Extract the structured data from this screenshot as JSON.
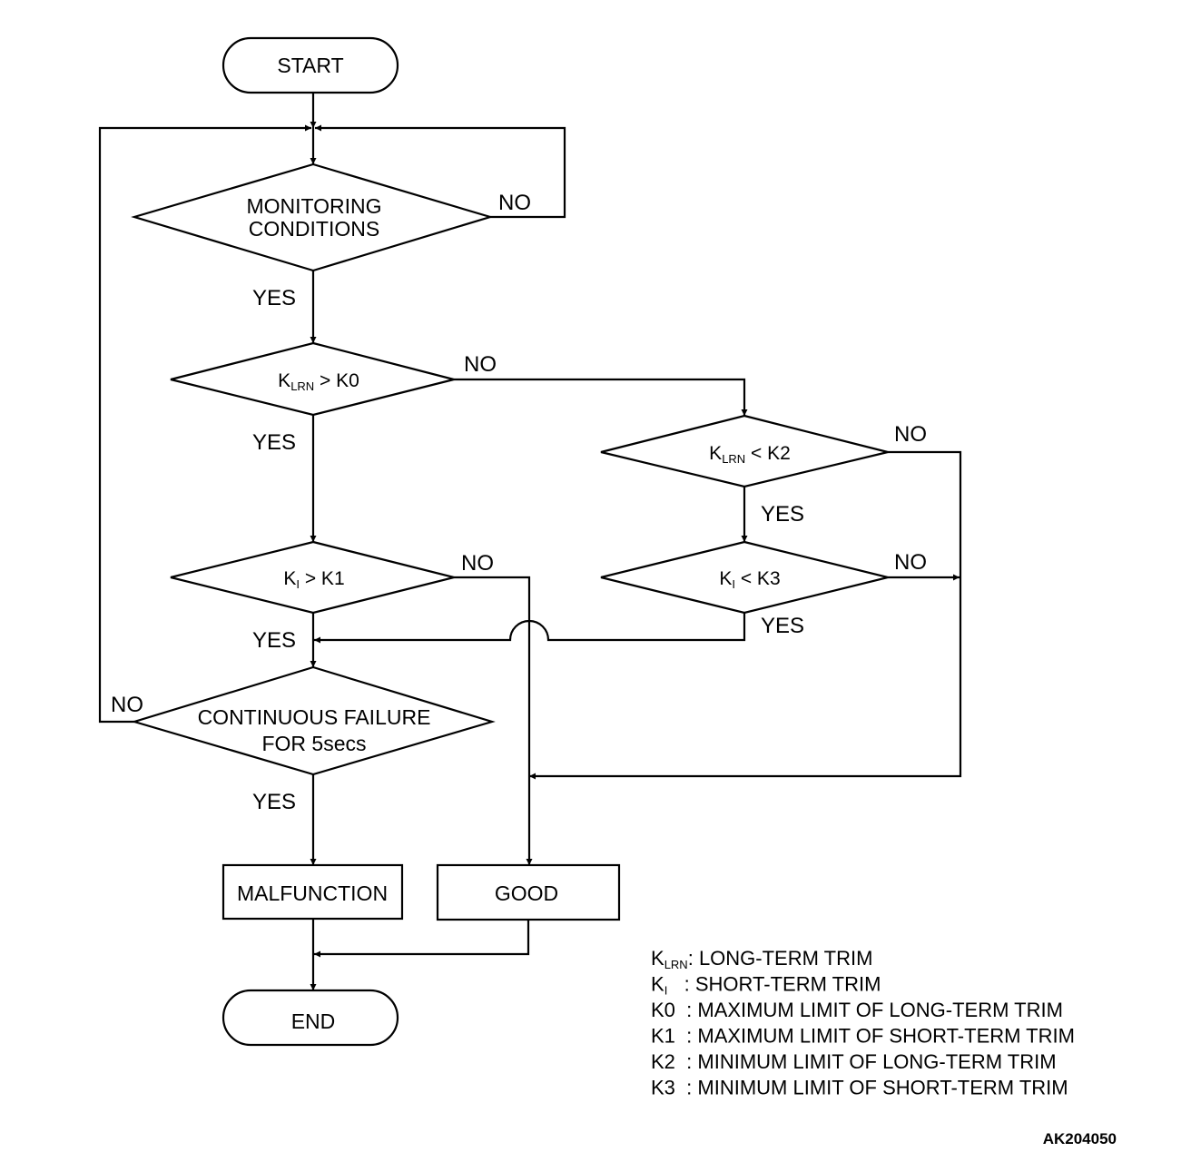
{
  "nodes": {
    "start": "START",
    "monitoring_line1": "MONITORING",
    "monitoring_line2": "CONDITIONS",
    "klrn_k0": {
      "base": "K",
      "sub": "LRN",
      "rest": " > K0"
    },
    "klrn_k2": {
      "base": "K",
      "sub": "LRN",
      "rest": " < K2"
    },
    "ki_k1": {
      "base": "K",
      "sub": "I",
      "rest": " > K1"
    },
    "ki_k3": {
      "base": "K",
      "sub": "I",
      "rest": " < K3"
    },
    "continuous_line1": "CONTINUOUS FAILURE",
    "continuous_line2": "FOR 5secs",
    "malfunction": "MALFUNCTION",
    "good": "GOOD",
    "end": "END"
  },
  "labels": {
    "yes": "YES",
    "no": "NO"
  },
  "legend": [
    {
      "base": "K",
      "sub": "LRN",
      "sep": ": ",
      "text": "LONG-TERM TRIM"
    },
    {
      "base": "K",
      "sub": "I",
      "sep": "   : ",
      "text": "SHORT-TERM TRIM"
    },
    {
      "base": "K0",
      "sub": "",
      "sep": "  : ",
      "text": "MAXIMUM LIMIT OF LONG-TERM TRIM"
    },
    {
      "base": "K1",
      "sub": "",
      "sep": "  : ",
      "text": "MAXIMUM LIMIT OF SHORT-TERM TRIM"
    },
    {
      "base": "K2",
      "sub": "",
      "sep": "  : ",
      "text": "MINIMUM LIMIT OF LONG-TERM TRIM"
    },
    {
      "base": "K3",
      "sub": "",
      "sep": "  : ",
      "text": "MINIMUM LIMIT OF SHORT-TERM TRIM"
    }
  ],
  "figure_code": "AK204050"
}
